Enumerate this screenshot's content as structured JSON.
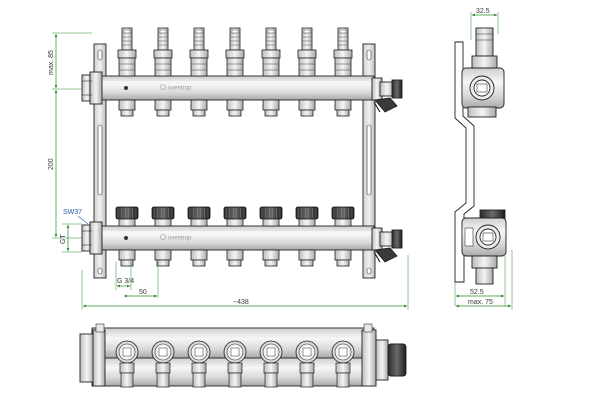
{
  "dimensions": {
    "max_85": "max. 85",
    "height_200": "200",
    "sw37": "SW37",
    "gt": "GT",
    "g34": "G 3/4",
    "spacing_50": "50",
    "width_438": "~438",
    "side_325": "32.5",
    "side_525": "52.5",
    "side_max75": "max. 75"
  },
  "brand": {
    "name_top": "oventrop",
    "name_bottom": "oventrop"
  },
  "colors": {
    "dimension": "#2e8b2e",
    "sw_label": "#2a5aa8"
  }
}
